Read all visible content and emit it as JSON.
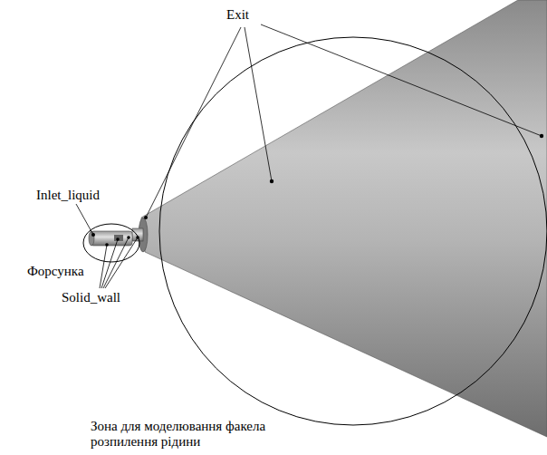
{
  "diagram": {
    "labels": [
      "Exit",
      "Inlet_liquid",
      "Форсунка",
      "Solid_wall",
      "Зона для моделювання факела розпилення рідини"
    ]
  }
}
